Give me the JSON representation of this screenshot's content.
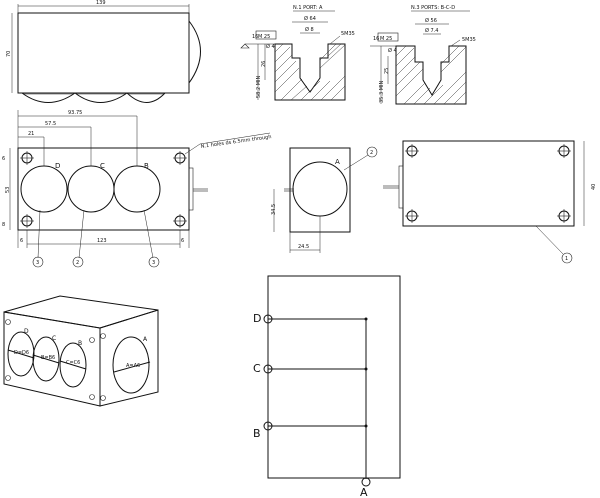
{
  "top_view": {
    "length_dim": "139",
    "height_dim": "70"
  },
  "port_a_section": {
    "title": "N.1 PORT: A",
    "dia_outer": "Ø 64",
    "dia_inner": "Ø 8",
    "thread": "5M35",
    "gauge": "M 25",
    "gauge_val": "16",
    "depth_1": "26",
    "depth_2": "58.2 MIN",
    "mark": "Ø 4"
  },
  "port_bcd_section": {
    "title": "N.3 PORTS: B-C-D",
    "dia_outer": "Ø 56",
    "dia_inner": "Ø 7.4",
    "thread": "5M35",
    "gauge": "M 25",
    "gauge_val": "16",
    "depth_1": "25",
    "depth_2": "35.3 MIN",
    "mark": "Ø 4"
  },
  "front_view": {
    "dims_top": [
      "93.75",
      "57.5",
      "21"
    ],
    "dims_bottom": [
      "123"
    ],
    "dims_left": [
      "6",
      "53",
      "8"
    ],
    "dim_right": "6",
    "hole_note": "N.1 holes ds 6.5mm through",
    "port_labels": [
      "D",
      "C",
      "B"
    ],
    "balloons": [
      "3",
      "2",
      "3"
    ]
  },
  "side_view": {
    "port_label": "A",
    "balloon": "2",
    "dim_vertical": "34.5",
    "dim_horizontal": "24.5"
  },
  "rear_view": {
    "dim_right": "40",
    "balloon": "1"
  },
  "iso_view": {
    "labels": [
      "D",
      "C",
      "B",
      "A"
    ],
    "tags": [
      "D=D6",
      "B=B6",
      "C=C6",
      "A=A6"
    ]
  },
  "schematic": {
    "labels": [
      "D",
      "C",
      "B",
      "A"
    ]
  }
}
